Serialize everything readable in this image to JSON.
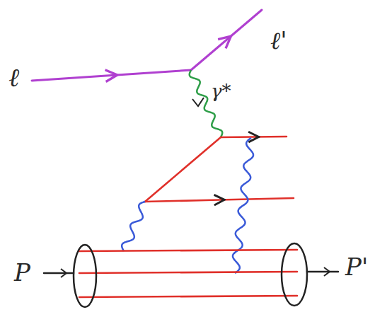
{
  "diagram": {
    "labels": [
      "ℓ",
      "ℓ'",
      "γ*",
      "P",
      "P'"
    ]
  }
}
